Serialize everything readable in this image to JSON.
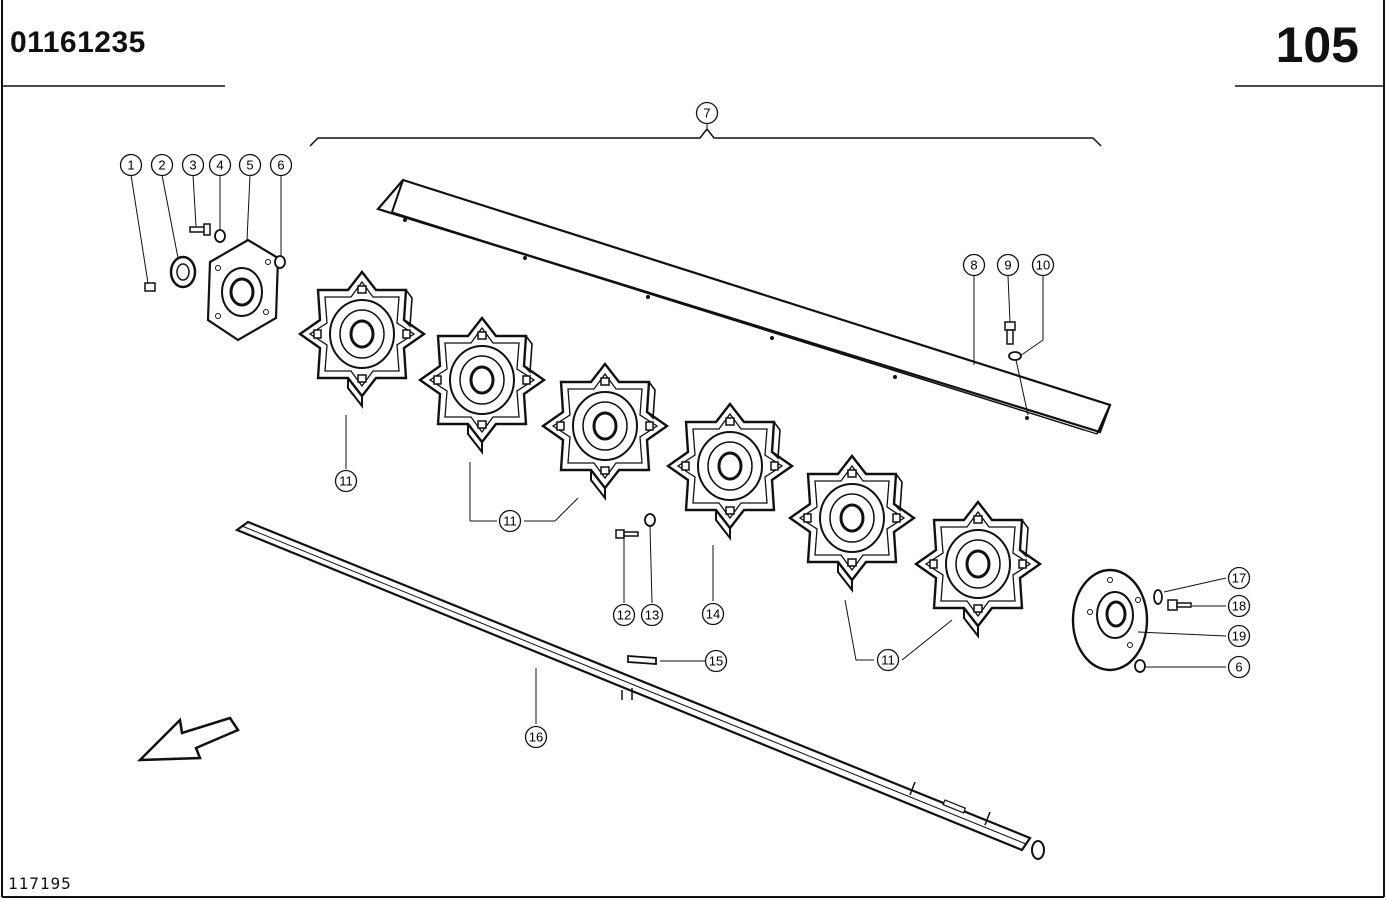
{
  "header": {
    "doc_number": "01161235",
    "page_number": "105"
  },
  "footer": {
    "drawing_number": "117195"
  },
  "callouts": [
    {
      "id": "c1",
      "label": "1"
    },
    {
      "id": "c2",
      "label": "2"
    },
    {
      "id": "c3",
      "label": "3"
    },
    {
      "id": "c4",
      "label": "4"
    },
    {
      "id": "c5",
      "label": "5"
    },
    {
      "id": "c6a",
      "label": "6"
    },
    {
      "id": "c7",
      "label": "7"
    },
    {
      "id": "c8",
      "label": "8"
    },
    {
      "id": "c9",
      "label": "9"
    },
    {
      "id": "c10",
      "label": "10"
    },
    {
      "id": "c11a",
      "label": "11"
    },
    {
      "id": "c11b",
      "label": "11"
    },
    {
      "id": "c11c",
      "label": "11"
    },
    {
      "id": "c12",
      "label": "12"
    },
    {
      "id": "c13",
      "label": "13"
    },
    {
      "id": "c14",
      "label": "14"
    },
    {
      "id": "c15",
      "label": "15"
    },
    {
      "id": "c16",
      "label": "16"
    },
    {
      "id": "c17",
      "label": "17"
    },
    {
      "id": "c18",
      "label": "18"
    },
    {
      "id": "c19",
      "label": "19"
    },
    {
      "id": "c6b",
      "label": "6"
    }
  ]
}
